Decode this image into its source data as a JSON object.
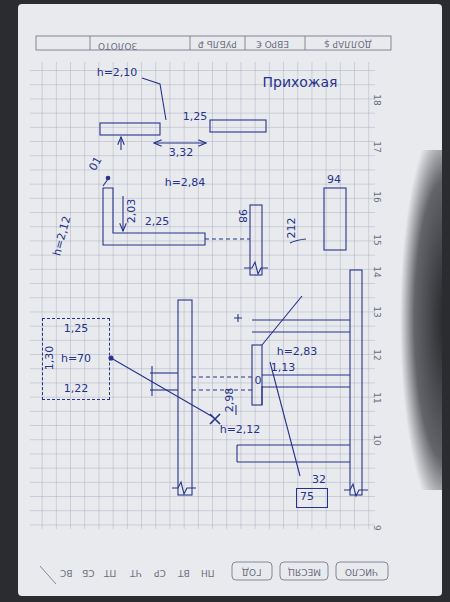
{
  "diagram": {
    "title": "Прихожая",
    "nodes": [
      {
        "text": [
          "1,25",
          "h=70",
          "1,22"
        ]
      },
      {
        "text": [
          "32",
          "75"
        ]
      }
    ],
    "labels": [
      "h=2,10",
      "1,25",
      "3,32",
      "h=2,84",
      "01",
      "2,03",
      "h=2,12",
      "2,25",
      "98",
      "94",
      "212",
      "1,30",
      "h=2,83",
      "1,13",
      "0",
      "2,98",
      "h=2,12",
      "ДОЛЛАР $",
      "ЕВРО €",
      "РУБЛЬ ₽",
      "ЗОЛОТО",
      "ЧИСЛО",
      "МЕСЯЦ",
      "ГОД",
      "ПН",
      "ВТ",
      "СР",
      "ЧТ",
      "ПТ",
      "СБ",
      "ВС",
      "18",
      "17",
      "16",
      "15",
      "14",
      "13",
      "12",
      "11",
      "10",
      "9"
    ]
  }
}
